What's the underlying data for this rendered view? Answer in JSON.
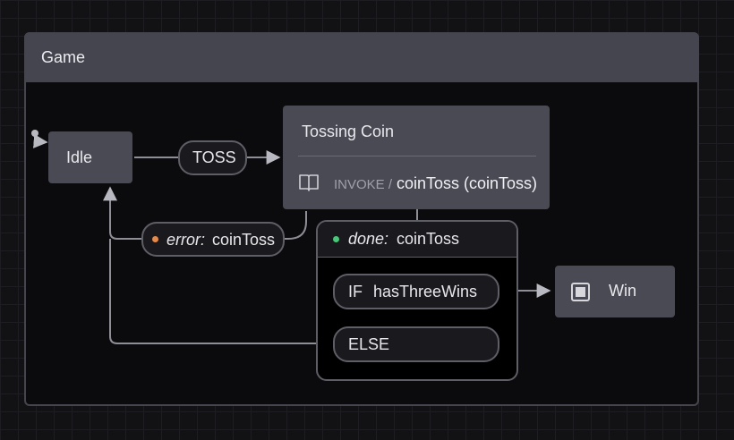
{
  "container": {
    "title": "Game"
  },
  "states": {
    "idle": {
      "label": "Idle"
    },
    "tossing": {
      "title": "Tossing Coin",
      "invoke_keyword": "INVOKE /",
      "invoke_source": "coinToss (coinToss)",
      "icon": "book-icon"
    },
    "win": {
      "label": "Win",
      "icon": "final-state-icon"
    }
  },
  "transitions": {
    "toss": {
      "event": "TOSS"
    },
    "error": {
      "keyword": "error:",
      "target": "coinToss",
      "dot_color": "#e58a4a"
    },
    "done": {
      "keyword": "done:",
      "target": "coinToss",
      "dot_color": "#49c77a",
      "if_keyword": "IF",
      "if_guard": "hasThreeWins",
      "else_keyword": "ELSE"
    }
  }
}
